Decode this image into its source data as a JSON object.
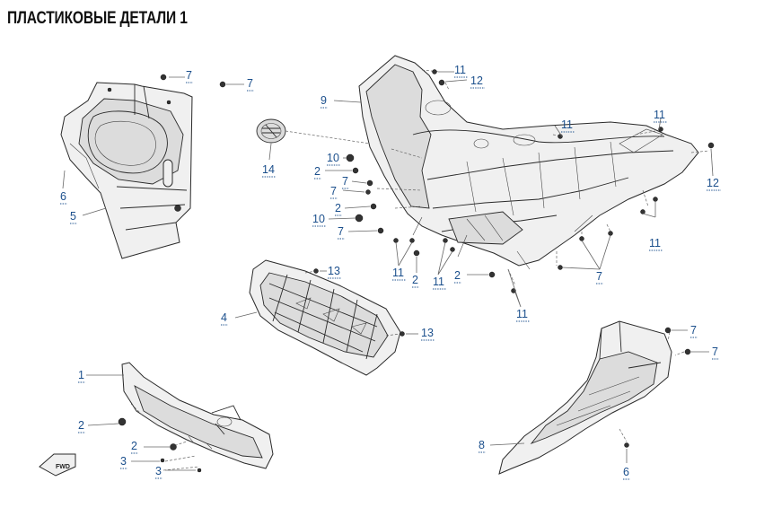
{
  "title": "ПЛАСТИКОВЫЕ ДЕТАЛИ 1",
  "direction_badge": "FWD",
  "callouts": [
    {
      "label": "7"
    },
    {
      "label": "7"
    },
    {
      "label": "6"
    },
    {
      "label": "5"
    },
    {
      "label": "14"
    },
    {
      "label": "9"
    },
    {
      "label": "11"
    },
    {
      "label": "12"
    },
    {
      "label": "11"
    },
    {
      "label": "11"
    },
    {
      "label": "12"
    },
    {
      "label": "10"
    },
    {
      "label": "2"
    },
    {
      "label": "7"
    },
    {
      "label": "7"
    },
    {
      "label": "2"
    },
    {
      "label": "10"
    },
    {
      "label": "7"
    },
    {
      "label": "11"
    },
    {
      "label": "11"
    },
    {
      "label": "2"
    },
    {
      "label": "11"
    },
    {
      "label": "2"
    },
    {
      "label": "7"
    },
    {
      "label": "11"
    },
    {
      "label": "13"
    },
    {
      "label": "4"
    },
    {
      "label": "13"
    },
    {
      "label": "1"
    },
    {
      "label": "2"
    },
    {
      "label": "2"
    },
    {
      "label": "3"
    },
    {
      "label": "3"
    },
    {
      "label": "7"
    },
    {
      "label": "7"
    },
    {
      "label": "8"
    },
    {
      "label": "6"
    }
  ]
}
